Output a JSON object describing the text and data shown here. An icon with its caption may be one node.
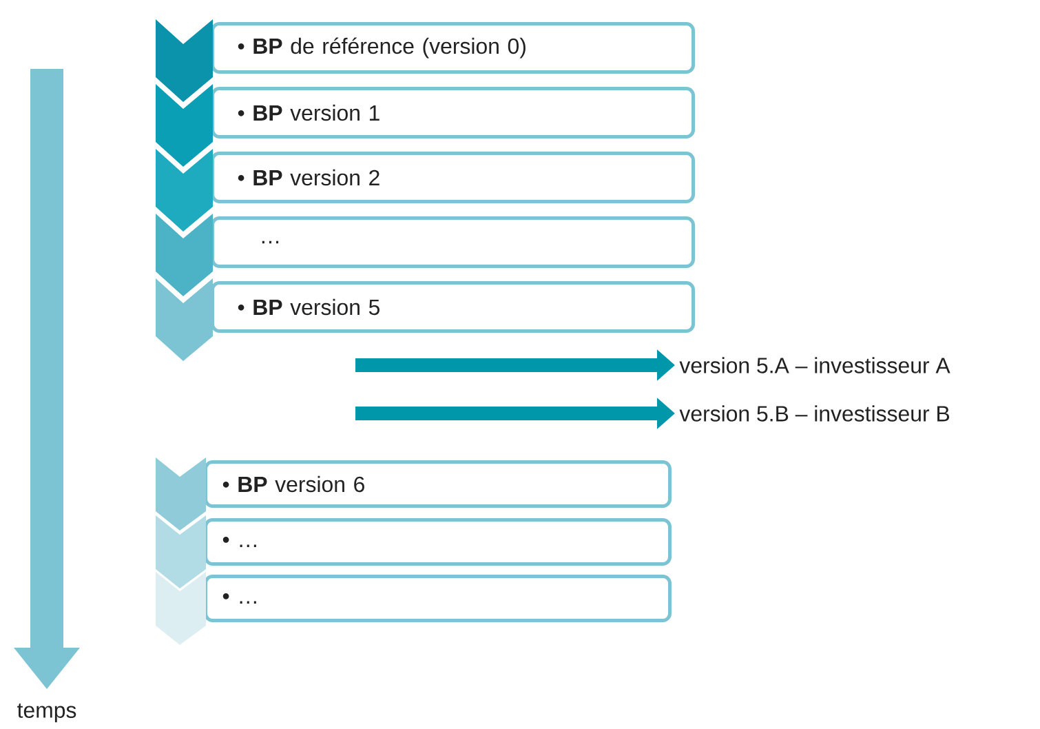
{
  "diagram": {
    "nodes": [
      {
        "text": [
          "• **BP** de référence (version 0)"
        ]
      },
      {
        "text": [
          "• **BP** version 1"
        ]
      },
      {
        "text": [
          "• **BP** version 2"
        ]
      },
      {
        "text": [
          "…"
        ]
      },
      {
        "text": [
          "• **BP** version 5"
        ]
      },
      {
        "text": [
          "• **BP** version 6"
        ]
      },
      {
        "text": [
          "• …"
        ]
      },
      {
        "text": [
          "• …"
        ]
      },
      {
        "text": [
          "version 5.A – investisseur A"
        ]
      },
      {
        "text": [
          "version 5.B – investisseur B"
        ]
      }
    ],
    "edges": [
      {
        "from": null,
        "to": 8,
        "arrow": "to"
      },
      {
        "from": null,
        "to": 9,
        "arrow": "to"
      }
    ],
    "labels": [
      "temps"
    ]
  }
}
